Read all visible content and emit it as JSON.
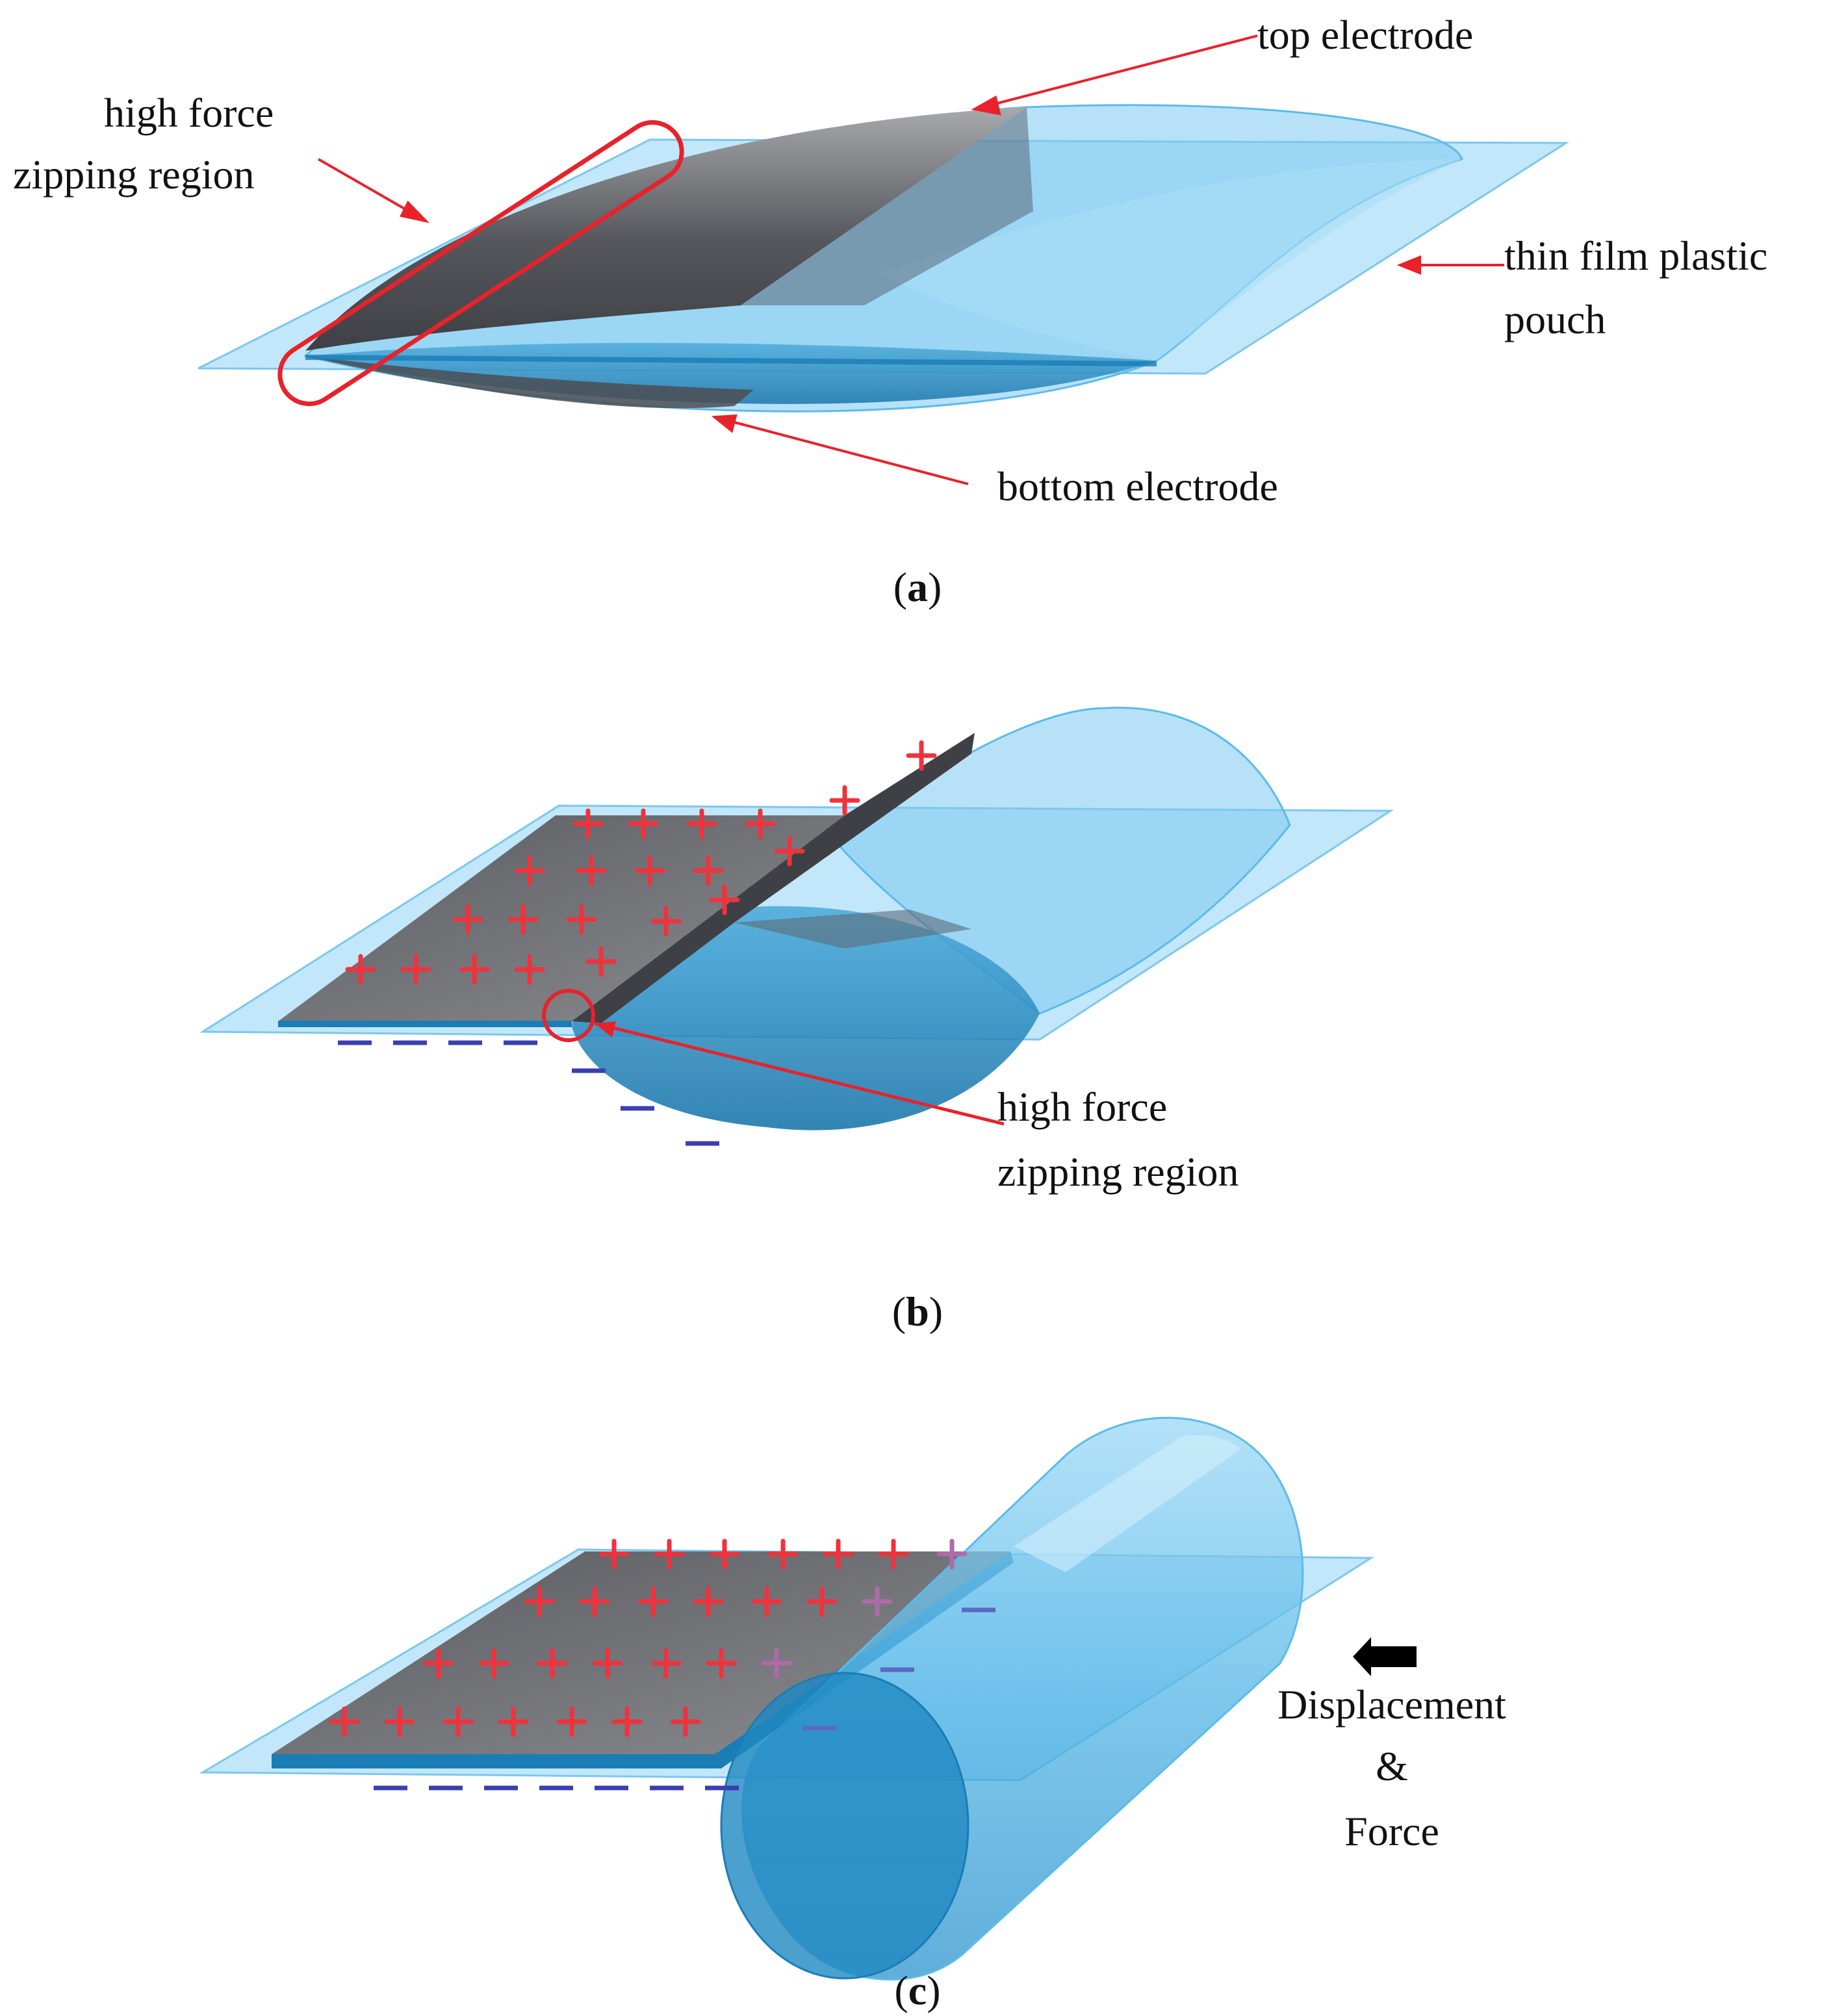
{
  "colors": {
    "film": "#8fd4f5",
    "film_edge": "#5bbbe9",
    "pouch_deep": "#1a7db5",
    "electrode_dark": "#4b4d52",
    "electrode_light": "#9a9ca0",
    "annotation_red": "#e8222b",
    "plus_red": "#f0323c",
    "minus_blue": "#3a3fb0",
    "text": "#111111"
  },
  "panel_a": {
    "label_high_force_line1": "high force",
    "label_high_force_line2": "zipping region",
    "label_top_electrode": "top electrode",
    "label_pouch_line1": "thin film plastic",
    "label_pouch_line2": "pouch",
    "label_bottom_electrode": "bottom electrode",
    "caption_open": "(",
    "caption_letter": "a",
    "caption_close": ")"
  },
  "panel_b": {
    "label_high_force_line1": "high force",
    "label_high_force_line2": "zipping region",
    "caption_open": "(",
    "caption_letter": "b",
    "caption_close": ")"
  },
  "panel_c": {
    "label_line1": "Displacement",
    "label_line2": "&",
    "label_line3": "Force",
    "caption_open": "(",
    "caption_letter": "c",
    "caption_close": ")"
  },
  "icons": {
    "charge_positive": "plus-sign-icon",
    "charge_negative": "minus-sign-icon",
    "force_direction": "arrow-left-icon"
  }
}
